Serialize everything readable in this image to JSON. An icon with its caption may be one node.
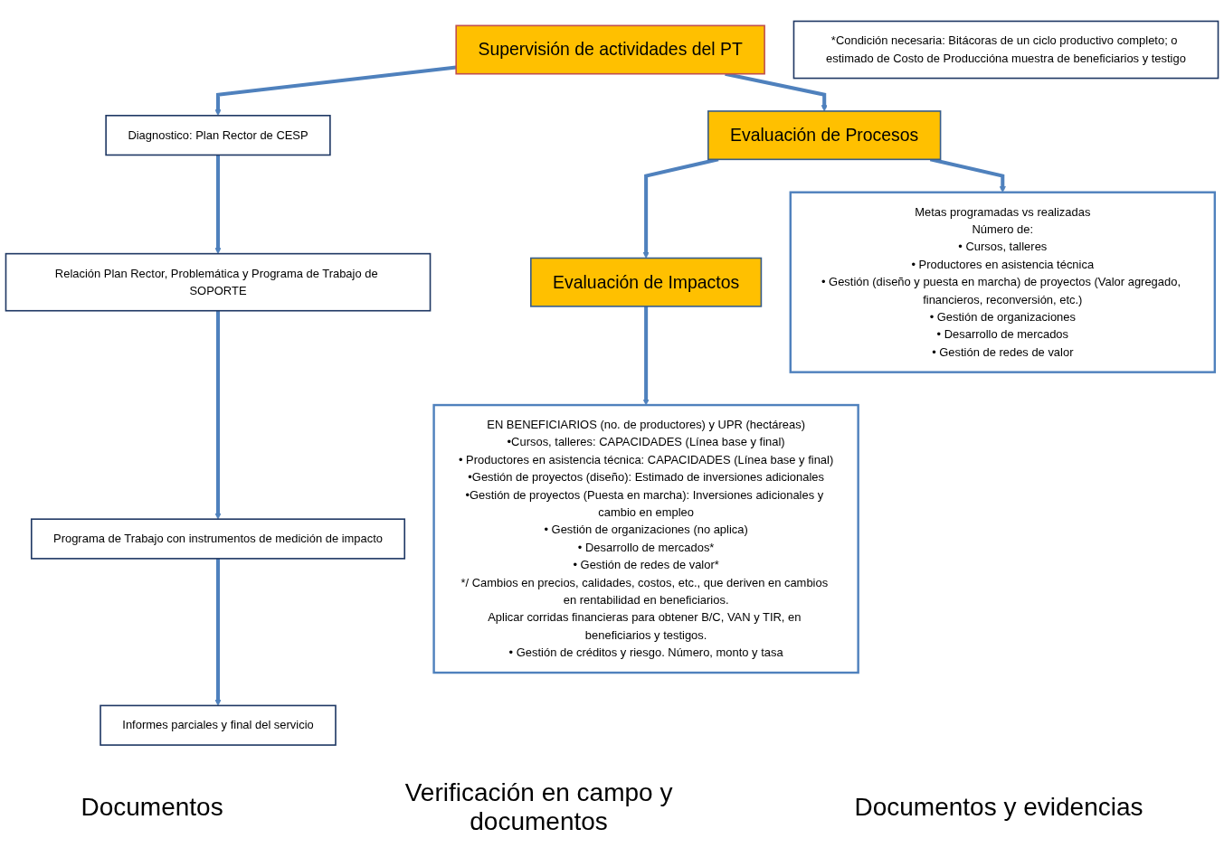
{
  "diagram": {
    "nodes": [
      {
        "text": [
          "Supervisión de actividades del PT"
        ]
      },
      {
        "text": [
          "Evaluación de Procesos"
        ]
      },
      {
        "text": [
          "Evaluación de Impactos"
        ]
      },
      {
        "text": [
          "Diagnostico: Plan Rector de CESP"
        ]
      },
      {
        "text": [
          "Relación Plan Rector, Problemática y Programa de Trabajo de SOPORTE"
        ]
      },
      {
        "text": [
          "Programa de Trabajo con instrumentos de medición de impacto"
        ]
      },
      {
        "text": [
          "Informes parciales y final del servicio"
        ]
      },
      {
        "text": [
          "Metas programadas vs realizadas",
          "Número de:",
          "• Cursos, talleres",
          "• Productores en asistencia técnica",
          "• Gestión (diseño y puesta en marcha) de proyectos (Valor agregado, financieros, reconversión, etc.)",
          "• Gestión de organizaciones",
          "• Desarrollo de mercados",
          "• Gestión de redes de valor"
        ]
      },
      {
        "text": [
          "EN BENEFICIARIOS (no. de productores) y UPR (hectáreas)",
          "•Cursos, talleres: CAPACIDADES (Línea base y final)",
          "• Productores en asistencia técnica: CAPACIDADES (Línea base y final)",
          "•Gestión de proyectos (diseño): Estimado de inversiones adicionales",
          "•Gestión de proyectos (Puesta en marcha): Inversiones adicionales y cambio en empleo",
          "• Gestión de organizaciones (no aplica)",
          "• Desarrollo de mercados*",
          "• Gestión de redes de valor*",
          "*/ Cambios en precios, calidades, costos, etc., que deriven en cambios en rentabilidad en beneficiarios.",
          "Aplicar corridas financieras para obtener B/C, VAN y TIR, en beneficiarios y testigos.",
          "• Gestión de créditos y riesgo. Número, monto y tasa"
        ]
      },
      {
        "text": [
          "*Condición necesaria: Bitácoras de un ciclo productivo completo; o estimado de Costo de Produccióna muestra de beneficiarios y testigo"
        ]
      }
    ],
    "edges": [
      {
        "from": 0,
        "to": 1,
        "arrow": "to"
      },
      {
        "from": 1,
        "to": 2,
        "arrow": "to"
      },
      {
        "from": 0,
        "to": 3,
        "arrow": "to"
      },
      {
        "from": 3,
        "to": 4,
        "arrow": "to"
      },
      {
        "from": 4,
        "to": 5,
        "arrow": "to"
      },
      {
        "from": 5,
        "to": 6,
        "arrow": "to"
      },
      {
        "from": 1,
        "to": 7,
        "arrow": "to"
      },
      {
        "from": 2,
        "to": 8,
        "arrow": "to"
      }
    ],
    "labels": [
      "Documentos",
      "Verificación en campo y documentos",
      "Documentos y evidencias"
    ]
  }
}
